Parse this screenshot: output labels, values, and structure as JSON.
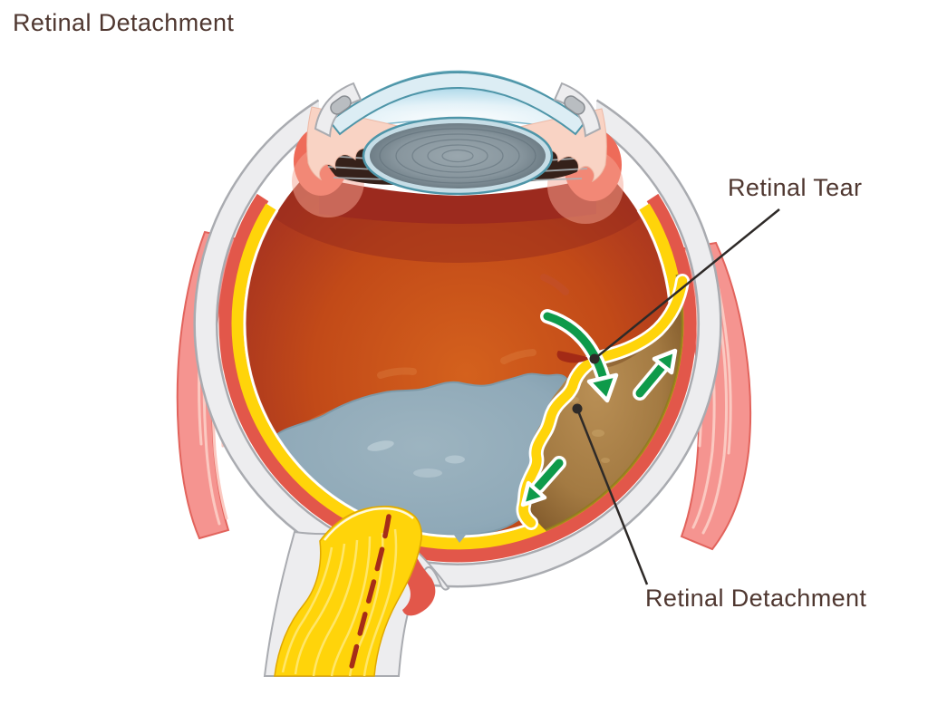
{
  "title": "Retinal Detachment",
  "labels": {
    "tear": "Retinal Tear",
    "detachment": "Retinal Detachment"
  },
  "annotations": [
    {
      "name": "retinal-tear",
      "text": "Retinal Tear",
      "target": "tear point on detached retina flap"
    },
    {
      "name": "retinal-detachment",
      "text": "Retinal Detachment",
      "target": "detached wavy retina over subretinal fluid"
    }
  ],
  "icons": [
    {
      "name": "fluid-flow-arrow-through-tear",
      "glyph": "curved-green-arrow"
    },
    {
      "name": "fluid-flow-arrow-up",
      "glyph": "green-arrow"
    },
    {
      "name": "fluid-flow-arrow-down",
      "glyph": "green-arrow"
    }
  ],
  "colors": {
    "label-text": "#4f3730",
    "leader": "#2e2a28",
    "sclera": "#ededef",
    "sclera-border": "#a9abb0",
    "choroid": "#e2574a",
    "retina": "#ffd40a",
    "vitreous-dark": "#93281b",
    "vitreous-bright": "#d4611d",
    "liquefied-vitreous": "#8fa9b8",
    "subretinal-fluid": "#a37a42",
    "arrow-green": "#0e9a4a",
    "muscle": "#f59490",
    "muscle-border": "#e2635c",
    "muscle-stripe": "#fbc9c1",
    "cornea": "#dcedf4",
    "cornea-edge": "#4e95a8",
    "lens-gray": "#87959d",
    "ciliary-pink": "#f9d3c4",
    "iris-brown": "#35211a",
    "nerve-stripe": "#ffe873",
    "artery-red": "#a62c18"
  }
}
